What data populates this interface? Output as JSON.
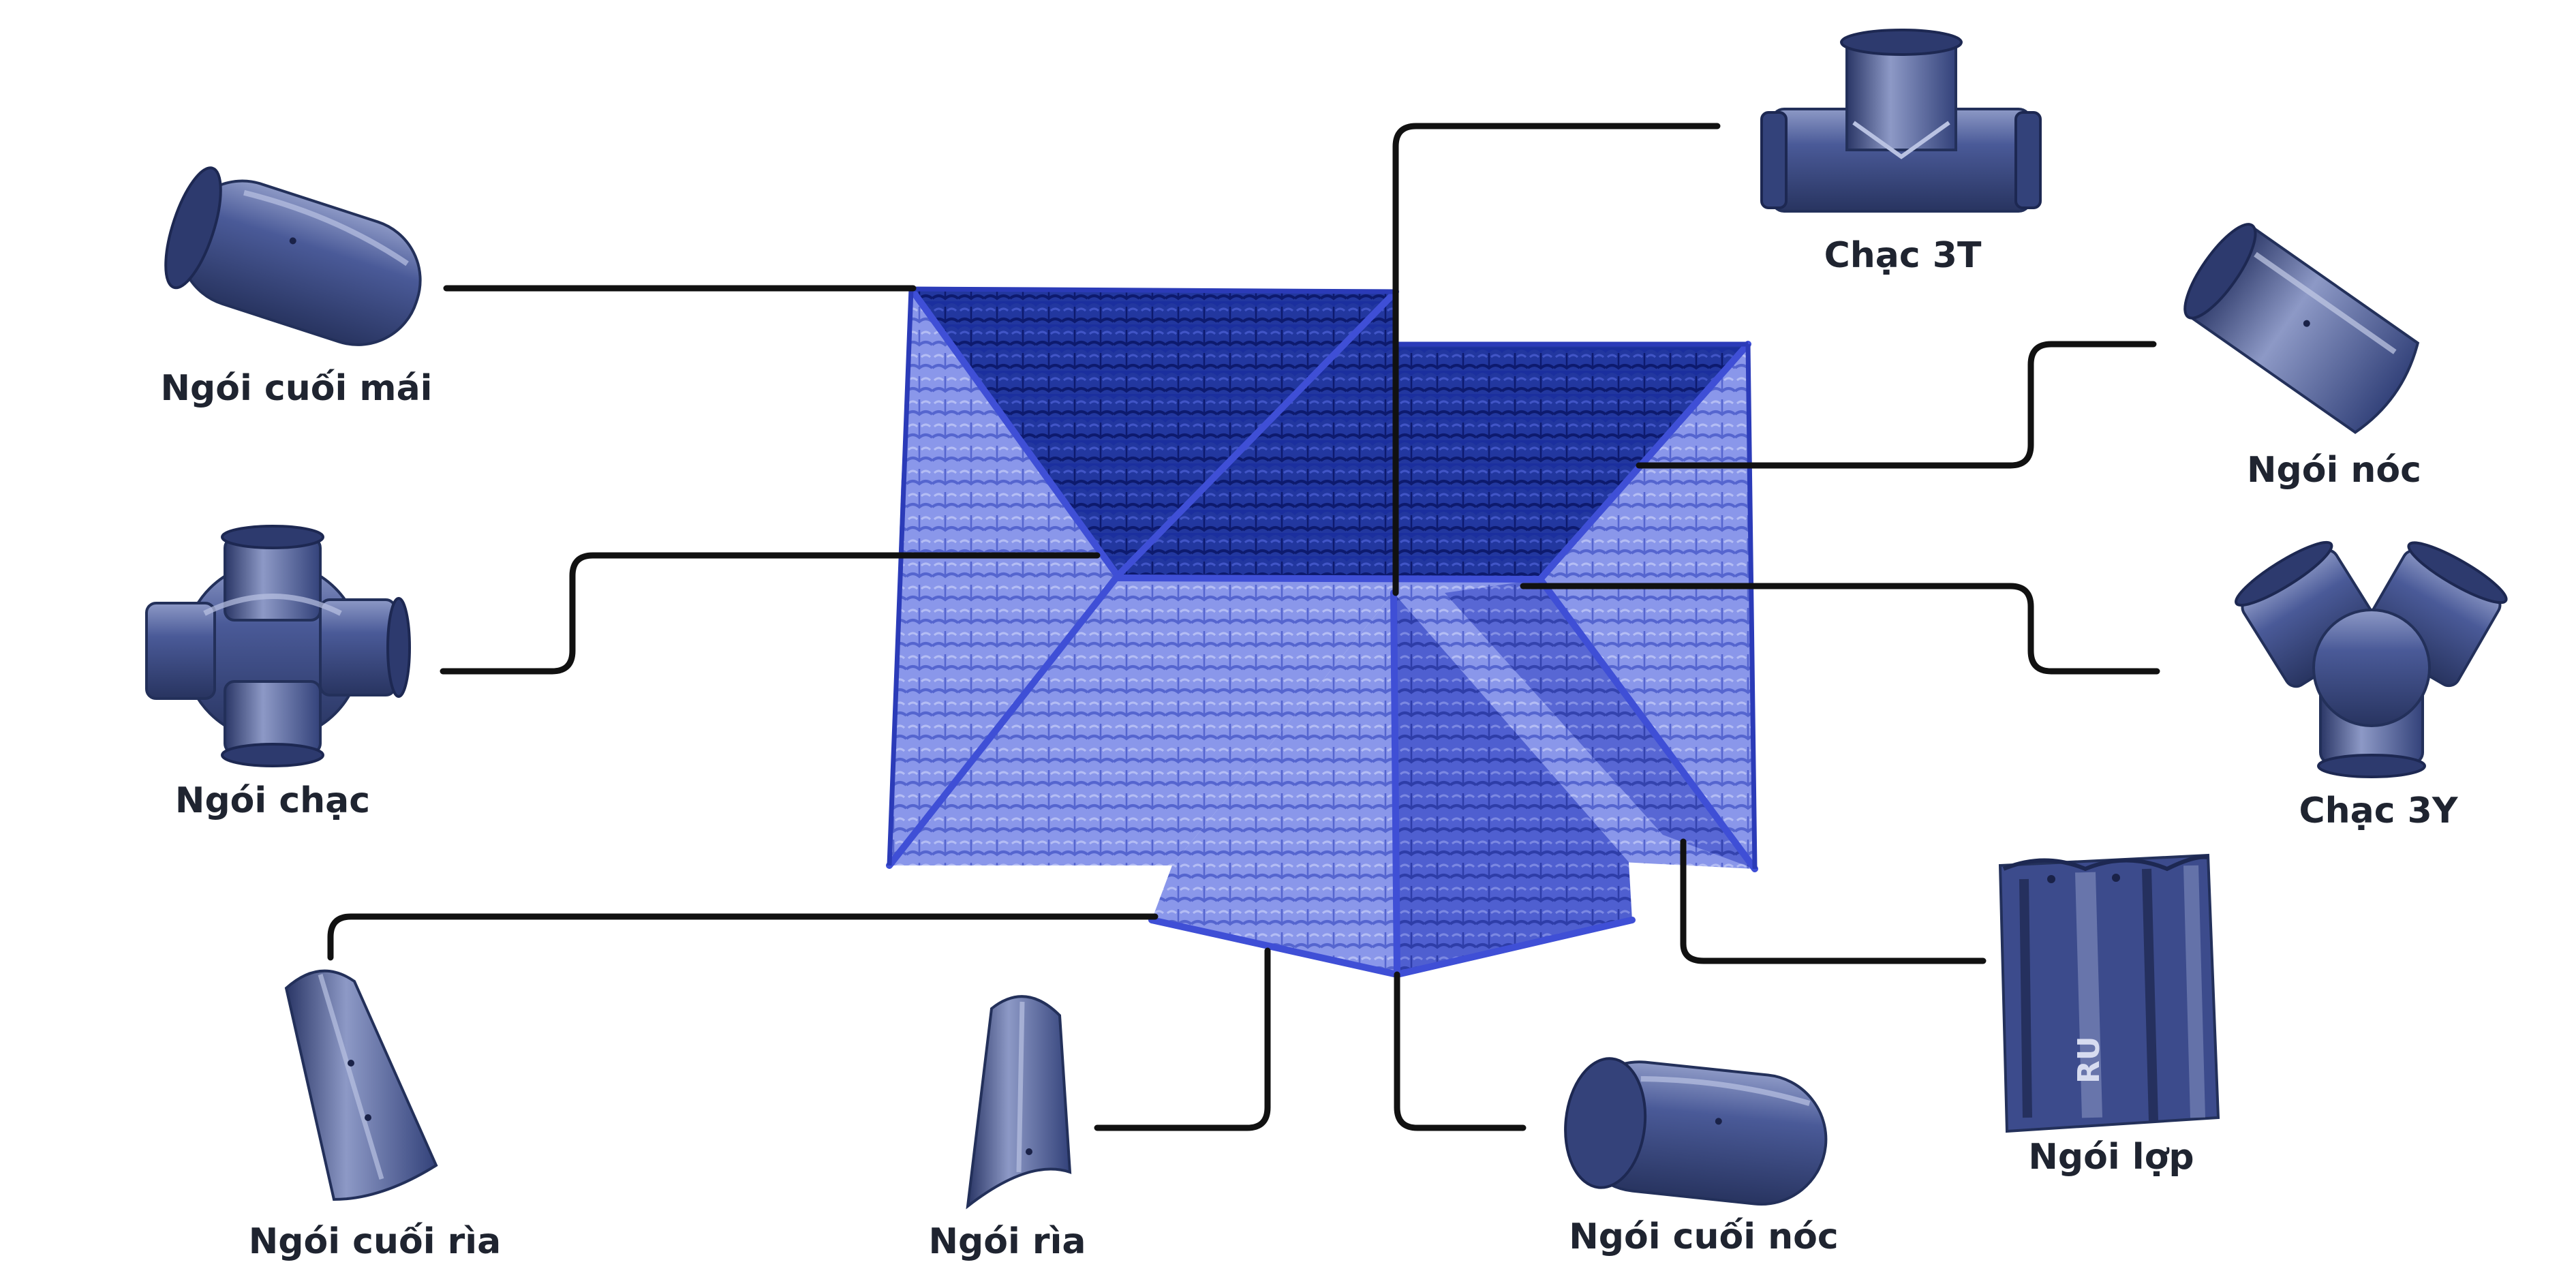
{
  "labels": {
    "ngoi_cuoi_mai": "Ngói cuối mái",
    "chac_3t": "Chạc 3T",
    "ngoi_noc": "Ngói nóc",
    "ngoi_chac": "Ngói chạc",
    "chac_3y": "Chạc 3Y",
    "ngoi_cuoi_ria": "Ngói cuối rìa",
    "ngoi_ria": "Ngói rìa",
    "ngoi_cuoi_noc": "Ngói cuối nóc",
    "ngoi_lop": "Ngói lợp"
  },
  "tile_mark": "RU",
  "colors": {
    "roof_dark": "#1b2f9e",
    "roof_mid": "#4f5fd0",
    "roof_light": "#8a97ea",
    "ridge": "#3f4fd6",
    "part_body": "#3f4e8a",
    "part_shadow": "#283460",
    "part_highlight": "#8d99c6",
    "leader": "#111111",
    "label_text": "#1f2430"
  }
}
